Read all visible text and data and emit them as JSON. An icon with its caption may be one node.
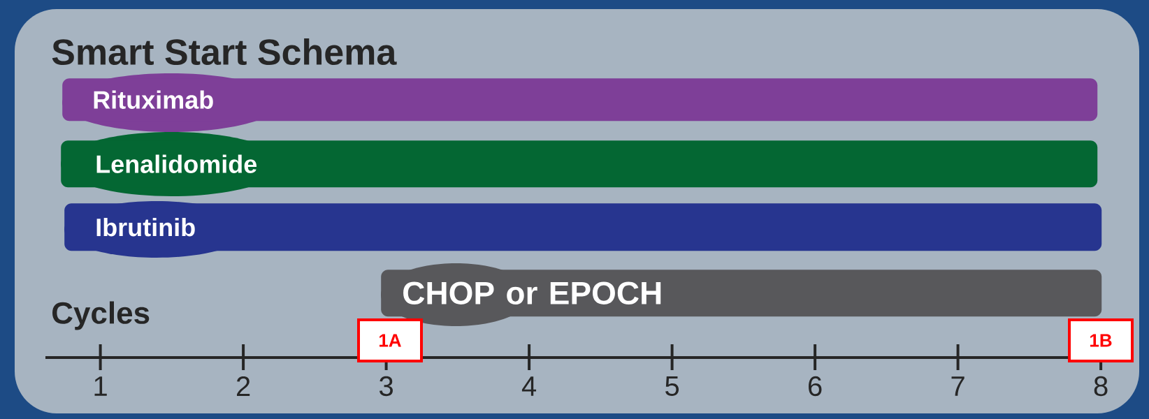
{
  "diagram": {
    "title": "Smart Start Schema",
    "nodes": [
      {
        "text": [
          "Rituximab"
        ]
      },
      {
        "text": [
          "Lenalidomide"
        ]
      },
      {
        "text": [
          "Ibrutinib"
        ]
      },
      {
        "text": [
          "CHOP or EPOCH"
        ]
      },
      {
        "text": [
          "1A"
        ]
      },
      {
        "text": [
          "1B"
        ]
      }
    ],
    "labels": [
      "Cycles",
      "1",
      "2",
      "3",
      "4",
      "5",
      "6",
      "7",
      "8"
    ]
  }
}
